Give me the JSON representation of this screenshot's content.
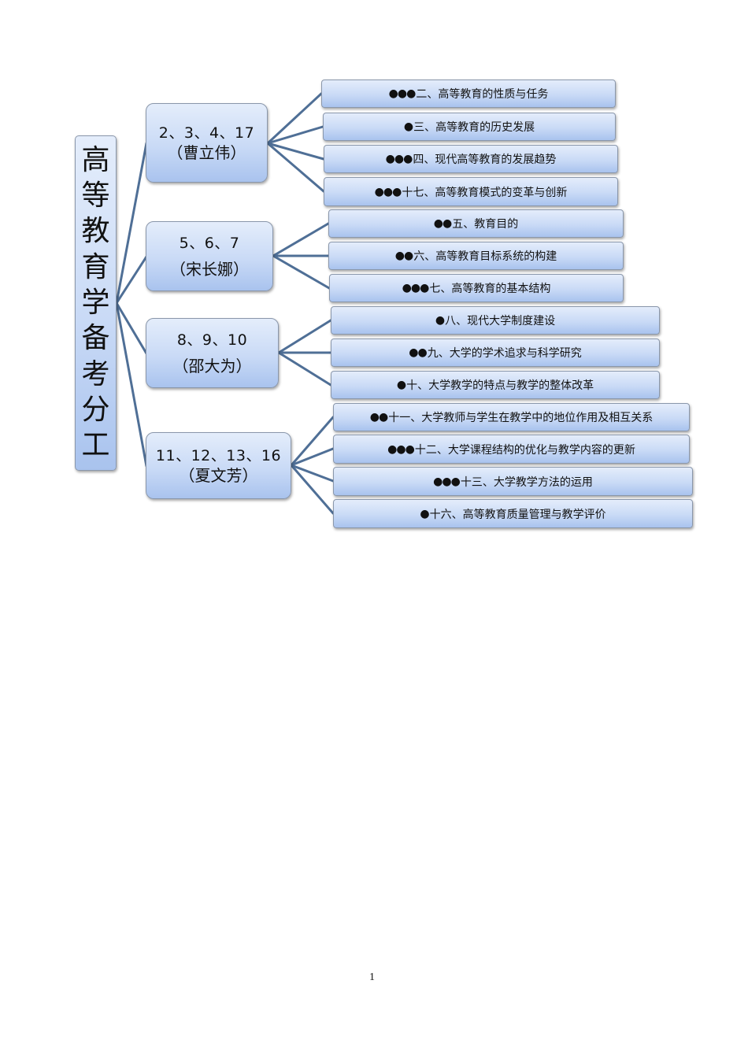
{
  "root": {
    "title": "高等教育学备考分工",
    "chars": [
      "高",
      "等",
      "教",
      "育",
      "学",
      "备",
      "考",
      "分",
      "工"
    ]
  },
  "groups": [
    {
      "chapters": "2、3、4、17",
      "person": "（曹立伟）",
      "items": [
        {
          "dots": "●●●",
          "text": "二、高等教育的性质与任务"
        },
        {
          "dots": "●",
          "text": "三、高等教育的历史发展"
        },
        {
          "dots": "●●●",
          "text": "四、现代高等教育的发展趋势"
        },
        {
          "dots": "●●●",
          "text": "十七、高等教育模式的变革与创新"
        }
      ]
    },
    {
      "chapters": "5、6、7",
      "person": "（宋长娜）",
      "items": [
        {
          "dots": "●●",
          "text": "五、教育目的"
        },
        {
          "dots": "●●",
          "text": "六、高等教育目标系统的构建"
        },
        {
          "dots": "●●●",
          "text": "七、高等教育的基本结构"
        }
      ]
    },
    {
      "chapters": "8、9、10",
      "person": "（邵大为）",
      "items": [
        {
          "dots": "●",
          "text": "八、现代大学制度建设"
        },
        {
          "dots": "●●",
          "text": "九、大学的学术追求与科学研究"
        },
        {
          "dots": "●",
          "text": "十、大学教学的特点与教学的整体改革"
        }
      ]
    },
    {
      "chapters": "11、12、13、16",
      "person": "（夏文芳）",
      "items": [
        {
          "dots": "●●",
          "text": "十一、大学教师与学生在教学中的地位作用及相互关系"
        },
        {
          "dots": "●●●",
          "text": "十二、大学课程结构的优化与教学内容的更新"
        },
        {
          "dots": "●●●",
          "text": "十三、大学教学方法的运用"
        },
        {
          "dots": "●",
          "text": "十六、高等教育质量管理与教学评价"
        }
      ]
    }
  ],
  "colors": {
    "connector": "#4f6f96",
    "box_top": "#e4edfb",
    "box_bottom": "#a9c3ee",
    "box_border": "#8a97ab"
  },
  "footer": {
    "page_number": "1"
  }
}
